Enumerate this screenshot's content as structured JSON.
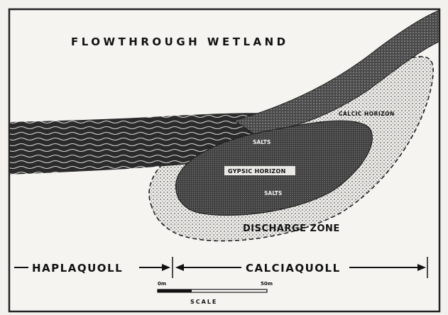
{
  "figure": {
    "title": "FLOWTHROUGH WETLAND",
    "labels": {
      "calcic_horizon": "CALCIC HORIZON",
      "gypsic_horizon": "GYPSIC HORIZON",
      "salts_upper": "SALTS",
      "salts_lower": "SALTS",
      "discharge_zone": "DISCHARGE ZONE"
    },
    "soil_units": {
      "left": "HAPLAQUOLL",
      "right": "CALCIAQUOLL"
    },
    "scale": {
      "start": "0m",
      "end": "50m",
      "caption": "SCALE"
    }
  }
}
